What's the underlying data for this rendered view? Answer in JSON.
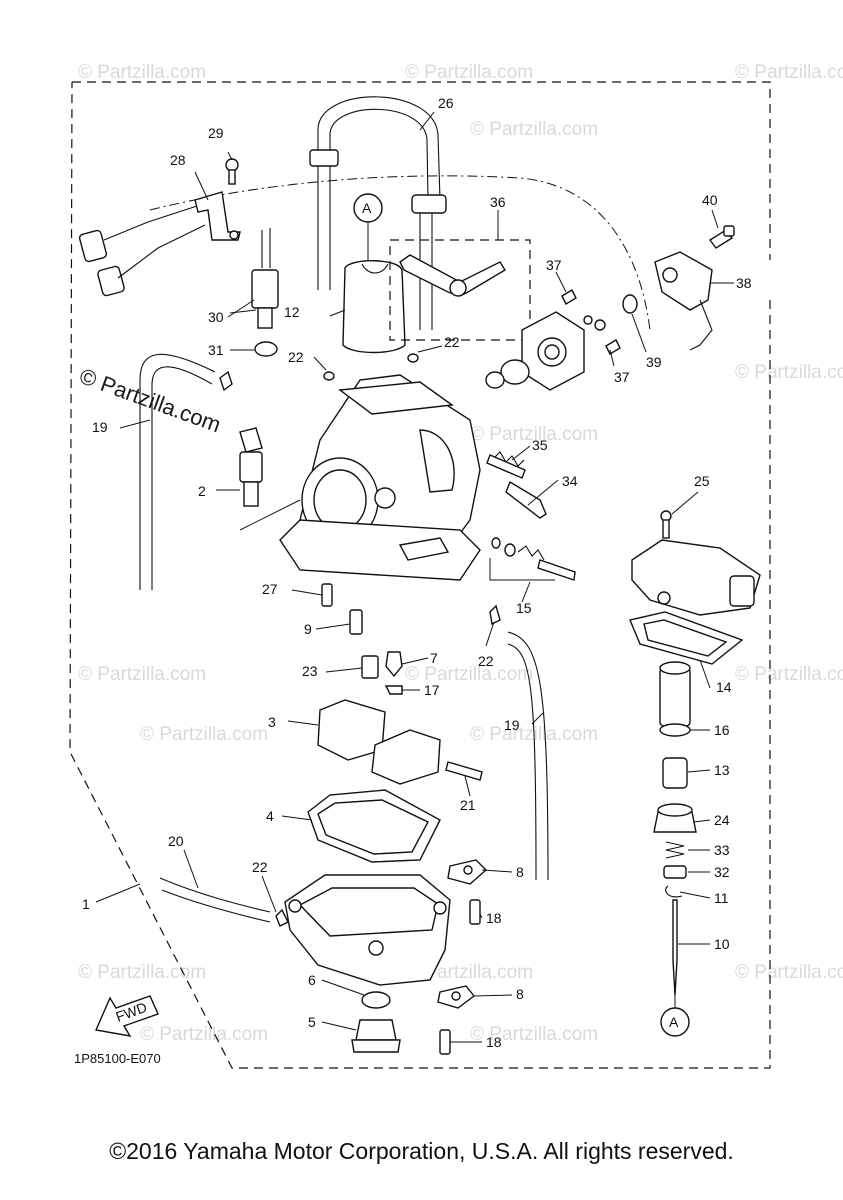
{
  "watermark": {
    "text": "© Partzilla.com",
    "prominent_text": "© Partzilla.com"
  },
  "diagram": {
    "code": "1P85100-E070",
    "fwd_label": "FWD",
    "ref_marker": "A",
    "callouts": {
      "c1": "1",
      "c2": "2",
      "c3": "3",
      "c4": "4",
      "c5": "5",
      "c6": "6",
      "c7": "7",
      "c8": "8",
      "c9": "9",
      "c10": "10",
      "c11": "11",
      "c12": "12",
      "c13": "13",
      "c14": "14",
      "c15": "15",
      "c16": "16",
      "c17": "17",
      "c18": "18",
      "c19": "19",
      "c20": "20",
      "c21": "21",
      "c22": "22",
      "c23": "23",
      "c24": "24",
      "c25": "25",
      "c26": "26",
      "c27": "27",
      "c28": "28",
      "c29": "29",
      "c30": "30",
      "c31": "31",
      "c32": "32",
      "c33": "33",
      "c34": "34",
      "c35": "35",
      "c36": "36",
      "c37": "37",
      "c38": "38",
      "c39": "39",
      "c40": "40"
    }
  },
  "footer": {
    "copyright": "©2016 Yamaha Motor Corporation, U.S.A. All rights reserved."
  }
}
